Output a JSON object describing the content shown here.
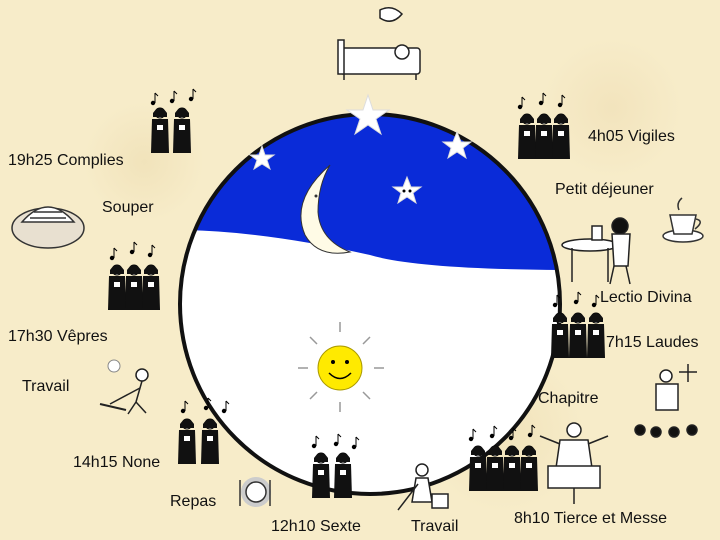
{
  "labels": {
    "vigiles": "4h05 Vigiles",
    "complies": "19h25 Complies",
    "petit_dejeuner": "Petit déjeuner",
    "souper": "Souper",
    "lectio": "Lectio Divina",
    "vepres": "17h30 Vêpres",
    "laudes": "7h15 Laudes",
    "travail_left": "Travail",
    "chapitre": "Chapitre",
    "none": "14h15 None",
    "repas": "Repas",
    "sexte": "12h10 Sexte",
    "travail_bottom": "Travail",
    "tierce_messe": "8h10 Tierce et Messe"
  },
  "icons": {
    "sleeper": "sleeping-person-icon",
    "monks": "monks-group-icon",
    "moon": "crescent-moon-icon",
    "stars": "star-icon",
    "sun": "sun-icon",
    "cup": "coffee-cup-icon",
    "plate": "plate-cutlery-icon",
    "bread": "bread-icon"
  },
  "colors": {
    "night": "#0a2bd8",
    "day": "#ffffff",
    "ring": "#111111",
    "background": "#f7ecc9",
    "sun": "#ffea00"
  }
}
